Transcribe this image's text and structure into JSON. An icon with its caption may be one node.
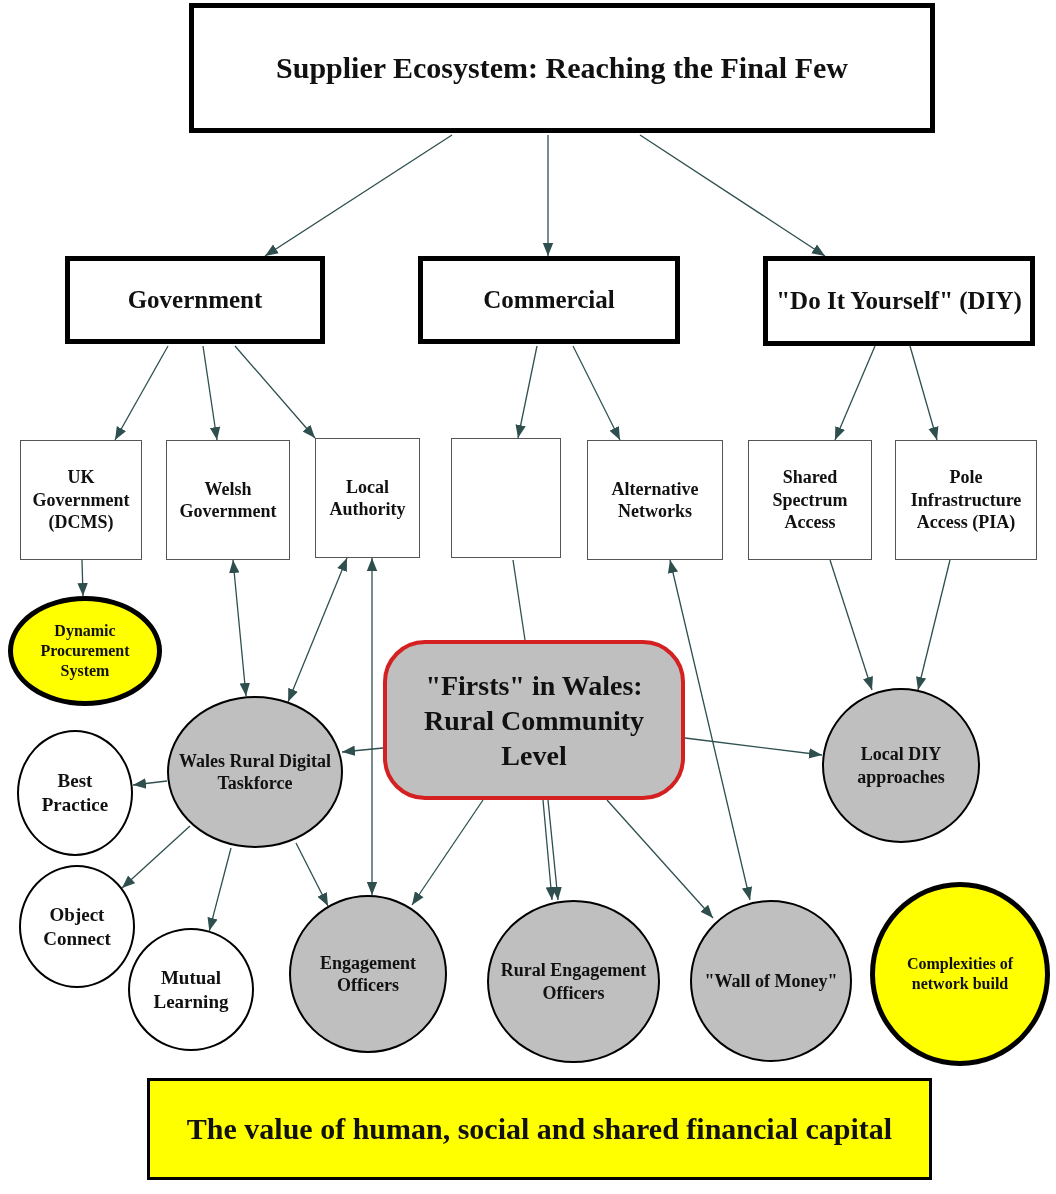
{
  "diagram": {
    "nodes": [
      {
        "text": [
          "Supplier Ecosystem: Reaching the Final Few"
        ]
      },
      {
        "text": [
          "Government"
        ]
      },
      {
        "text": [
          "Commercial"
        ]
      },
      {
        "text": [
          "\"Do It Yourself\" (DIY)"
        ]
      },
      {
        "text": [
          "UK Government (DCMS)"
        ]
      },
      {
        "text": [
          "Welsh Government"
        ]
      },
      {
        "text": [
          "Local Authority"
        ]
      },
      {
        "text": [],
        "shape": "box"
      },
      {
        "text": [
          "Alternative Networks"
        ]
      },
      {
        "text": [
          "Shared Spectrum Access"
        ]
      },
      {
        "text": [
          "Pole Infrastructure Access (PIA)"
        ]
      },
      {
        "text": [
          "Dynamic Procurement System"
        ]
      },
      {
        "text": [
          "\"Firsts\" in Wales: Rural Community Level"
        ]
      },
      {
        "text": [
          "Wales Rural Digital Taskforce"
        ]
      },
      {
        "text": [
          "Best Practice"
        ]
      },
      {
        "text": [
          "Local DIY approaches"
        ]
      },
      {
        "text": [
          "Object Connect"
        ]
      },
      {
        "text": [
          "Mutual Learning"
        ]
      },
      {
        "text": [
          "Engagement Officers"
        ]
      },
      {
        "text": [
          "Rural Engagement Officers"
        ]
      },
      {
        "text": [
          "\"Wall of Money\""
        ]
      },
      {
        "text": [
          "Complexities of network build"
        ]
      },
      {
        "text": [
          "The value of human, social and shared financial capital"
        ]
      }
    ],
    "edges": [
      {
        "from": 0,
        "to": 1,
        "arrow": "to"
      },
      {
        "from": 0,
        "to": 2,
        "arrow": "to"
      },
      {
        "from": 0,
        "to": 3,
        "arrow": "to"
      },
      {
        "from": 1,
        "to": 4,
        "arrow": "to"
      },
      {
        "from": 1,
        "to": 5,
        "arrow": "to"
      },
      {
        "from": 1,
        "to": 6,
        "arrow": "to"
      },
      {
        "from": 2,
        "to": 7,
        "arrow": "to"
      },
      {
        "from": 2,
        "to": 8,
        "arrow": "to"
      },
      {
        "from": 3,
        "to": 9,
        "arrow": "to"
      },
      {
        "from": 3,
        "to": 10,
        "arrow": "to"
      },
      {
        "from": 4,
        "to": 11,
        "arrow": "to"
      },
      {
        "from": 5,
        "to": 13,
        "arrow": "both"
      },
      {
        "from": 6,
        "to": 13,
        "arrow": "both"
      },
      {
        "from": 6,
        "to": 18,
        "arrow": "both"
      },
      {
        "from": 7,
        "to": 12,
        "arrow": "none"
      },
      {
        "from": 8,
        "to": 20,
        "arrow": "both"
      },
      {
        "from": 9,
        "to": 15,
        "arrow": "to"
      },
      {
        "from": 10,
        "to": 15,
        "arrow": "to"
      },
      {
        "from": 12,
        "to": 13,
        "arrow": "to"
      },
      {
        "from": 12,
        "to": 15,
        "arrow": "to"
      },
      {
        "from": 12,
        "to": 18,
        "arrow": "to"
      },
      {
        "from": 12,
        "to": 19,
        "arrow": "to"
      },
      {
        "from": 12,
        "to": 20,
        "arrow": "to"
      },
      {
        "from": 13,
        "to": 14,
        "arrow": "to"
      },
      {
        "from": 13,
        "to": 16,
        "arrow": "to"
      },
      {
        "from": 13,
        "to": 17,
        "arrow": "to"
      },
      {
        "from": 13,
        "to": 18,
        "arrow": "to"
      },
      {
        "from": 12,
        "to": 19,
        "arrow": "to"
      }
    ]
  }
}
